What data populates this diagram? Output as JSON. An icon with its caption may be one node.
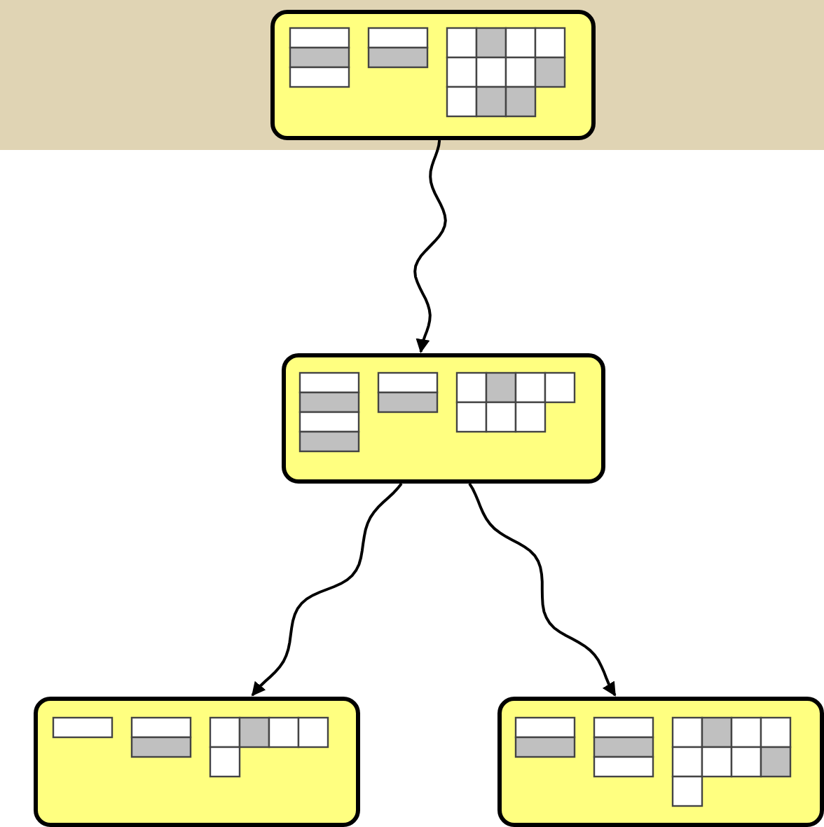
{
  "diagram": {
    "nodes": [
      {
        "text": [],
        "shape": "box"
      },
      {
        "text": [],
        "shape": "box"
      },
      {
        "text": [],
        "shape": "box"
      },
      {
        "text": [],
        "shape": "box"
      }
    ],
    "edges": [
      {
        "from": 0,
        "to": 1,
        "arrow": "to"
      },
      {
        "from": 1,
        "to": 2,
        "arrow": "to"
      },
      {
        "from": 1,
        "to": 3,
        "arrow": "to"
      }
    ]
  }
}
